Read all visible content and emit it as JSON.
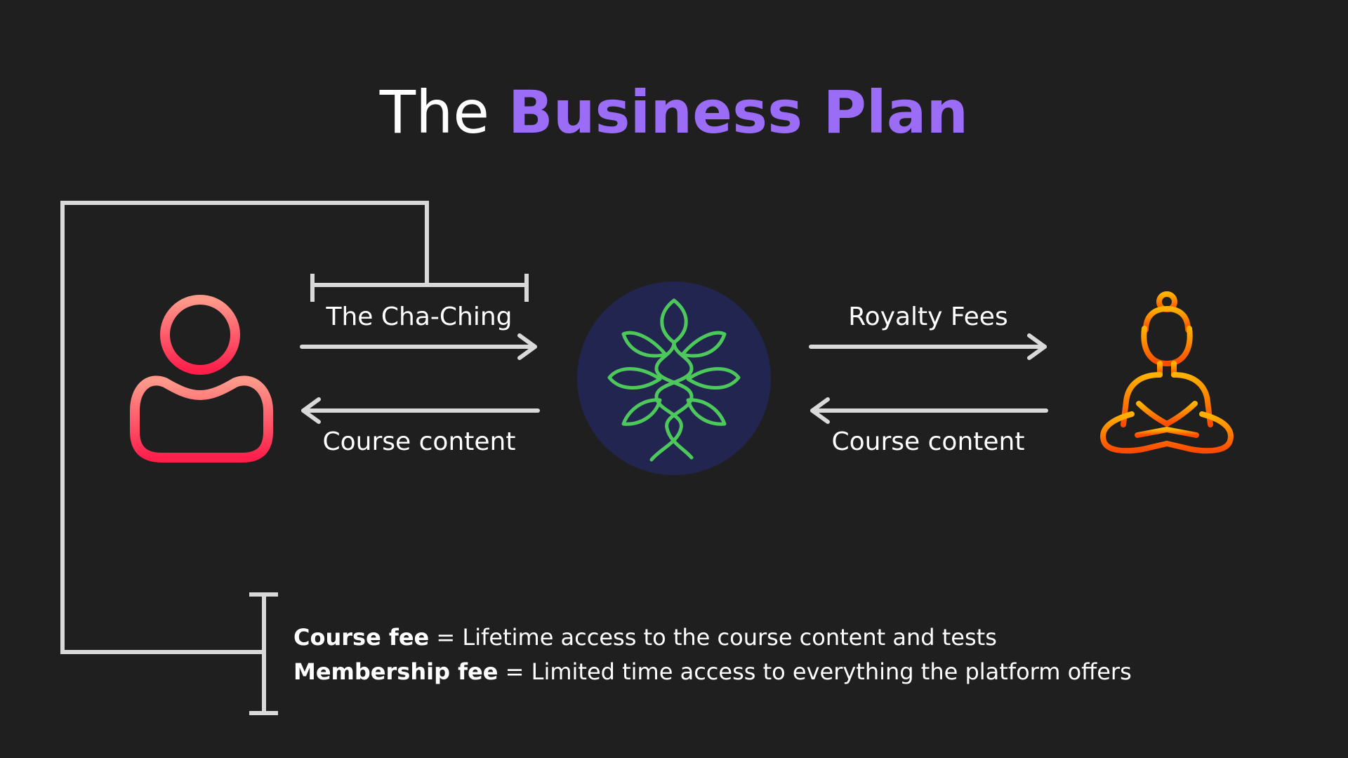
{
  "title": {
    "prefix": "The",
    "highlight": "Business Plan"
  },
  "colors": {
    "background": "#1f1f1f",
    "accent": "#9b6cf5",
    "line": "#d9d9d9",
    "user_icon_gradient": [
      "#ff9a8b",
      "#ff1f4b"
    ],
    "logo_circle": "#222550",
    "logo_leaf": "#4cc95a",
    "buddha_gradient": [
      "#ffb300",
      "#ff4a00"
    ]
  },
  "icons": {
    "student": "user-icon",
    "platform": "leaf-tree-logo-icon",
    "creator": "meditating-buddha-icon"
  },
  "flows": {
    "left_top": "The Cha-Ching",
    "left_bottom": "Course content",
    "right_top": "Royalty Fees",
    "right_bottom": "Course content"
  },
  "fees": {
    "course": {
      "term": "Course fee",
      "definition": " = Lifetime access to the course content and tests"
    },
    "membership": {
      "term": "Membership fee",
      "definition": " = Limited time access to everything the platform offers"
    }
  }
}
